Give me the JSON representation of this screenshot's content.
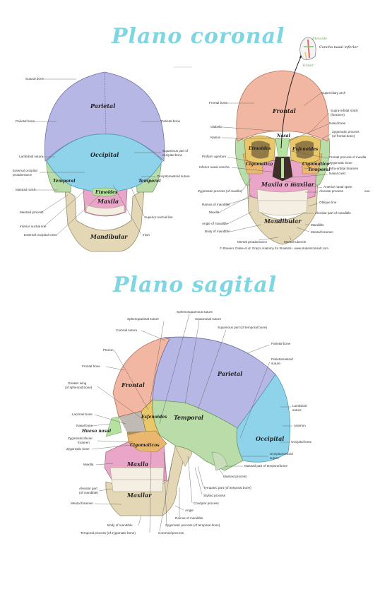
{
  "titles": {
    "coronal": "Plano coronal",
    "sagital": "Plano sagital"
  },
  "posterior": {
    "handwritten": {
      "parietal": "Parietal",
      "occipital": "Occipital",
      "temporal_l": "Temporal",
      "temporal_r": "Temporal",
      "etmoides": "Etmoides",
      "maxila": "Maxila",
      "mandibular": "Mandibular"
    },
    "labels": {
      "sutural_bone": "Sutural bone",
      "parietal_bone_l": "Parietal bone",
      "parietal_bone_r": "Parietal bone",
      "lambdoid_suture": "Lambdoid suture",
      "squamous_part": "Squamous part of",
      "squamous_part2": "occipital bone",
      "ext_occ_prot": "External occipital",
      "ext_occ_prot2": "protuberance",
      "occipitomastoid": "Occipitomastoid suture",
      "mastoid_notch": "Mastoid notch",
      "mastoid_process": "Mastoid process",
      "superior_nuchal": "Superior nuchal line",
      "inferior_nuchal": "Inferior nuchal line",
      "external_occ_crest": "External occipital crest",
      "inion": "Inion"
    }
  },
  "anterior": {
    "handwritten": {
      "frontal": "Frontal",
      "nasal": "Nasal",
      "etmoides": "Etmoides",
      "esfenoides": "Esfenoides",
      "cigomatico_l": "Cigomatico",
      "cigomatico_r": "Cigomatico",
      "temporal": "Temporal",
      "maxila": "Maxila o maxilar",
      "mandibular": "Mandibular"
    },
    "labels": {
      "superciliary": "Superciliary arch",
      "frontal_bone": "Frontal bone",
      "supraorbital": "Supra-orbital notch",
      "supraorbital2": "(foramen)",
      "glabella": "Glabella",
      "nasion": "Nasion",
      "zygomatic_process": "Zygomatic process",
      "zygomatic_process2": "(of frontal bone)",
      "nasal_bone": "Nasal bone",
      "piriform": "Piriform aperture",
      "frontal_process": "Frontal process of maxilla",
      "inferior_nasal": "Inferior nasal concha",
      "zygomatic_bone": "Zygomatic bone",
      "infraorbital": "Infra-orbital foramen",
      "nasal_crest": "Nasal crest",
      "zyg_proc_max": "Zygomatic process (of maxilla)",
      "ant_nasal_spine": "Anterior nasal spine",
      "ramus": "Ramus of mandible",
      "alveolar": "Alveolar process",
      "maxilla": "Maxilla",
      "oblique": "Oblique line",
      "angle": "Angle of mandible",
      "alveolar_mand": "Alveolar part of mandible",
      "body": "Body of mandible",
      "mandible": "Mandible",
      "mental_foramen": "Mental foramen",
      "mental_prot": "Mental protuberance",
      "mental_tub": "Mental tubercle",
      "credit": "© Elsevier. Drake et al: Gray's Anatomy for Students - www.studentconsult.com",
      "side_cut": "one"
    }
  },
  "inset": {
    "etmoide": "Etmoide",
    "concha": "Concha nasal inferior",
    "vomer": "Vómer"
  },
  "lateral": {
    "handwritten": {
      "parietal": "Parietal",
      "frontal": "Frontal",
      "temporal": "Temporal",
      "esfenoides": "Esfenoides",
      "occipital": "Occipital",
      "hueso_nasal": "Hueso nasal",
      "cigomaticos": "Cigomaticos",
      "maxila": "Maxila",
      "maxilar": "Maxilar"
    },
    "labels": {
      "sphenosquamous": "Sphenosquamous suture",
      "sphenoparietal": "Sphenoparietal suture",
      "squamosal": "Squamosal suture",
      "coronal": "Coronal suture",
      "squamous_temporal": "Squamous part (of temporal bone)",
      "parietal_bone": "Parietal bone",
      "pterion": "Pterion",
      "parietomastoid": "Parietomastoid",
      "parietomastoid2": "suture",
      "frontal_bone": "Frontal bone",
      "greater_wing": "Greater wing",
      "greater_wing2": "(of sphenoid bone)",
      "lambdoid": "Lambdoid",
      "lambdoid2": "suture",
      "lacrimal": "Lacrimal bone",
      "asterion": "Asterion",
      "nasal_bone": "Nasal bone",
      "zygomaticofacial": "Zygomaticofacial",
      "zygomaticofacial2": "foramen",
      "occipital_bone": "Occipital bone",
      "zygomatic_bone": "Zygomatic bone",
      "occipitomastoid": "Occipitomastoid",
      "occipitomastoid2": "suture",
      "maxilla": "Maxilla",
      "mastoid_part": "Mastoid part of temporal bone",
      "mastoid_process": "Mastoid process",
      "alveolar": "Alveolar part",
      "alveolar2": "(of mandible)",
      "tympanic": "Tympanic part (of temporal bone)",
      "styloid": "Styloid process",
      "mental_foramen": "Mental foramen",
      "condylar": "Condylar process",
      "angle": "Angle",
      "ramus": "Ramus of mandible",
      "body": "Body of mandible",
      "zyg_proc_temp": "Zygomatic process (of temporal bone)",
      "temp_proc_zyg": "Temporal process (of zygomatic bone)",
      "coronoid": "Coronoid process"
    }
  },
  "colors": {
    "title": "#7fd6e3",
    "parietal": "#b7b7e6",
    "occipital": "#8fd3ea",
    "temporal": "#b9dca9",
    "frontal": "#f2b7a3",
    "sphenoid": "#e8c86a",
    "zygomatic": "#e9b86e",
    "maxilla": "#eaa6c8",
    "mandible": "#e3d7b6",
    "nasal": "#b5e2a0"
  }
}
